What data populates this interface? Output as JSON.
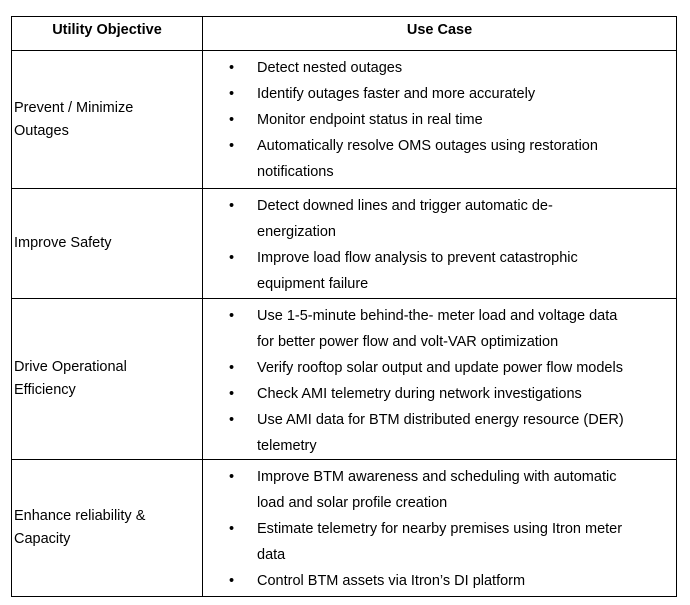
{
  "document": {
    "background": "#ffffff",
    "text_color": "#000000",
    "border_color": "#000000",
    "bullet_glyph": "•"
  },
  "table": {
    "headers": [
      {
        "label": "Utility Objective"
      },
      {
        "label": "Use Case"
      }
    ],
    "rows": [
      {
        "objective_lines": [
          "Prevent / Minimize",
          "Outages"
        ],
        "use_cases": [
          {
            "lines": [
              "Detect nested outages"
            ]
          },
          {
            "lines": [
              "Identify outages faster and more accurately"
            ]
          },
          {
            "lines": [
              "Monitor endpoint status in real time"
            ]
          },
          {
            "lines": [
              "Automatically resolve OMS outages using restoration",
              "notifications"
            ]
          }
        ]
      },
      {
        "objective_lines": [
          "Improve Safety"
        ],
        "use_cases": [
          {
            "lines": [
              "Detect downed lines and trigger automatic de-",
              "energization"
            ]
          },
          {
            "lines": [
              "Improve load flow analysis to prevent catastrophic",
              "equipment failure"
            ]
          }
        ]
      },
      {
        "objective_lines": [
          "Drive Operational",
          "Efficiency"
        ],
        "use_cases": [
          {
            "lines": [
              "Use 1-5-minute behind-the- meter load and voltage data",
              "for better power flow and volt-VAR optimization"
            ]
          },
          {
            "lines": [
              "Verify rooftop solar output and update power flow models"
            ]
          },
          {
            "lines": [
              "Check AMI telemetry during network investigations"
            ]
          },
          {
            "lines": [
              "Use AMI data for BTM distributed energy resource (DER)",
              "telemetry"
            ]
          }
        ]
      },
      {
        "objective_lines": [
          "Enhance reliability &",
          "Capacity"
        ],
        "use_cases": [
          {
            "lines": [
              "Improve BTM awareness and scheduling with automatic",
              "load and solar profile creation"
            ]
          },
          {
            "lines": [
              "Estimate telemetry for nearby premises using Itron meter",
              "data"
            ]
          },
          {
            "lines": [
              "Control BTM assets via Itron’s DI platform"
            ]
          }
        ]
      }
    ]
  }
}
